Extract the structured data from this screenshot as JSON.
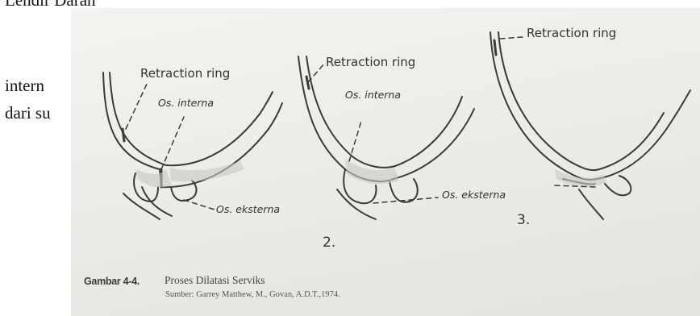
{
  "background_text": {
    "heading_fragment": "Lendir Darah",
    "line1_fragment": "intern",
    "line2_fragment": "dari su"
  },
  "figure": {
    "labels": {
      "d1_retraction": "Retraction ring",
      "d1_os_interna": "Os. interna",
      "d1_os_eksterna": "Os. eksterna",
      "d2_retraction": "Retraction ring",
      "d2_os_interna": "Os. interna",
      "d2_os_eksterna": "Os. eksterna",
      "d3_retraction": "Retraction ring"
    },
    "numbers": {
      "n2": "2.",
      "n3": "3."
    }
  },
  "caption": {
    "label": "Gambar 4-4.",
    "title": "Proses Dilatasi Serviks",
    "source": "Sumber: Garrey Matthew, M., Govan, A.D.T.,1974."
  }
}
